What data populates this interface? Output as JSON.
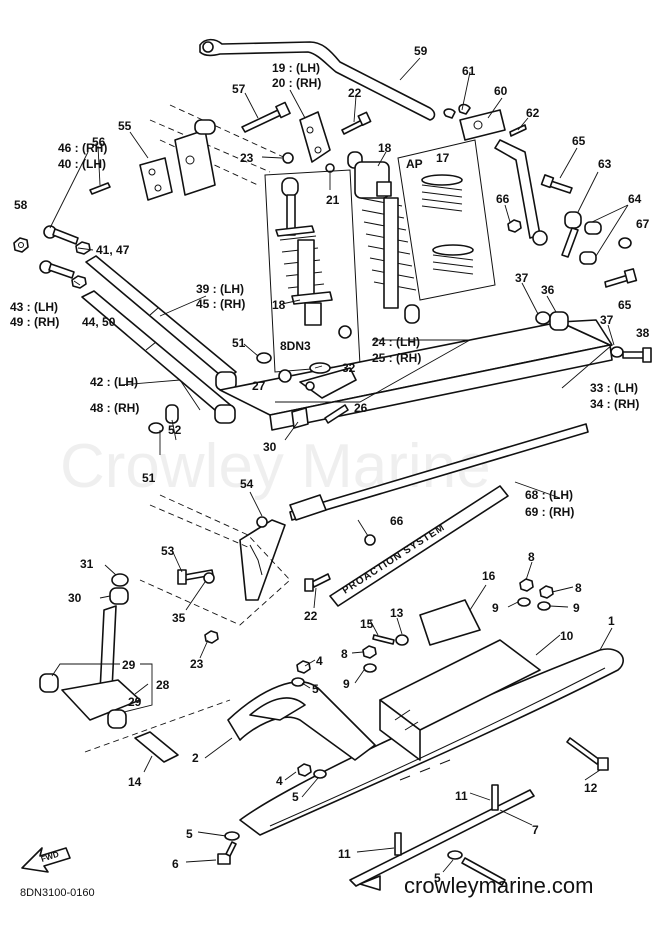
{
  "diagram_code": "8DN3100-0160",
  "website": "crowleymarine.com",
  "watermark": "Crowley Marine",
  "decal_text": "PROACTION SYSTEM",
  "fwd_label": "FWD",
  "boxes": {
    "ap": "AP",
    "eight_dn3": "8DN3"
  },
  "callouts": {
    "c59": "59",
    "c61": "61",
    "c60": "60",
    "c62": "62",
    "c65a": "65",
    "c63": "63",
    "c19": "19 : (LH)",
    "c20": "20 : (RH)",
    "c22a": "22",
    "c57": "57",
    "c55": "55",
    "c46": "46 : (RH)",
    "c40": "40 : (LH)",
    "c56": "56",
    "c58": "58",
    "c23a": "23",
    "c18a": "18",
    "c17": "17",
    "c21": "21",
    "c66a": "66",
    "c64": "64",
    "c67": "67",
    "c4147": "41, 47",
    "c43": "43 : (LH)",
    "c49": "49 : (RH)",
    "c4450": "44, 50",
    "c37a": "37",
    "c36": "36",
    "c65b": "65",
    "c37b": "37",
    "c38": "38",
    "c39": "39 : (LH)",
    "c45": "45 : (RH)",
    "c18b": "18",
    "c24": "24 : (LH)",
    "c25": "25 : (RH)",
    "c51a": "51",
    "c32": "32",
    "c27": "27",
    "c33": "33 : (LH)",
    "c34": "34 : (RH)",
    "c42": "42 : (LH)",
    "c48": "48 : (RH)",
    "c26": "26",
    "c51b": "51",
    "c52": "52",
    "c30a": "30",
    "c68": "68 : (LH)",
    "c69": "69 : (RH)",
    "c54": "54",
    "c66b": "66",
    "c53": "53",
    "c31": "31",
    "c30b": "30",
    "c35": "35",
    "c22b": "22",
    "c23b": "23",
    "c16": "16",
    "c8a": "8",
    "c8b": "8",
    "c9a": "9",
    "c9b": "9",
    "c15": "15",
    "c13": "13",
    "c10": "10",
    "c1": "1",
    "c8c": "8",
    "c9c": "9",
    "c4a": "4",
    "c5a": "5",
    "c29a": "29",
    "c28": "28",
    "c29b": "29",
    "c2": "2",
    "c14": "14",
    "c4b": "4",
    "c5b": "5",
    "c12": "12",
    "c11a": "11",
    "c7": "7",
    "c5c": "5",
    "c6": "6",
    "c11b": "11",
    "c5d": "5"
  }
}
